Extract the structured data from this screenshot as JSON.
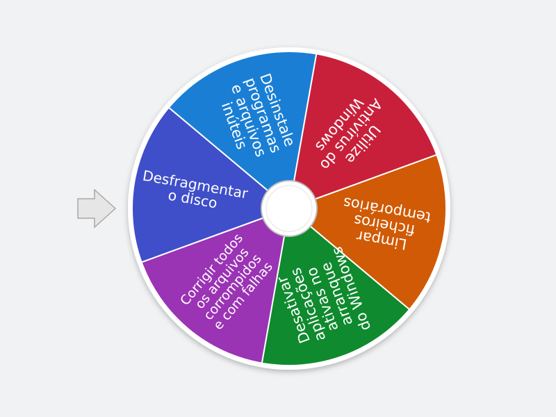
{
  "wheel": {
    "segments": [
      {
        "label": "Utilize Antivírus do Windows",
        "lines": [
          "Utilize",
          "Antivírus do",
          "Windows"
        ],
        "color": "#c8203a"
      },
      {
        "label": "Limpar ficheiros temporários",
        "lines": [
          "Limpar",
          "ficheiros",
          "temporários"
        ],
        "color": "#d05a05"
      },
      {
        "label": "Desativar aplicações ativas no arranque do Windows",
        "lines": [
          "Desativar",
          "aplicações",
          "ativas no",
          "arranque",
          "do Windows"
        ],
        "color": "#0f8a2e"
      },
      {
        "label": "Corrigir todos os arquivos corrompidos e com falhas",
        "lines": [
          "Corrigir todos",
          "os arquivos",
          "corrompidos",
          "e com falhas"
        ],
        "color": "#9b33b5"
      },
      {
        "label": "Desfragmentar o disco",
        "lines": [
          "Desfragmentar",
          "o disco"
        ],
        "color": "#3f4fc9"
      },
      {
        "label": "Desinstale programas e arquivos inúteis",
        "lines": [
          "Desinstale",
          "programas",
          "e arquivos",
          "inúteis"
        ],
        "color": "#1a7fd4"
      }
    ],
    "pointer_icon": "arrow-right-icon"
  }
}
